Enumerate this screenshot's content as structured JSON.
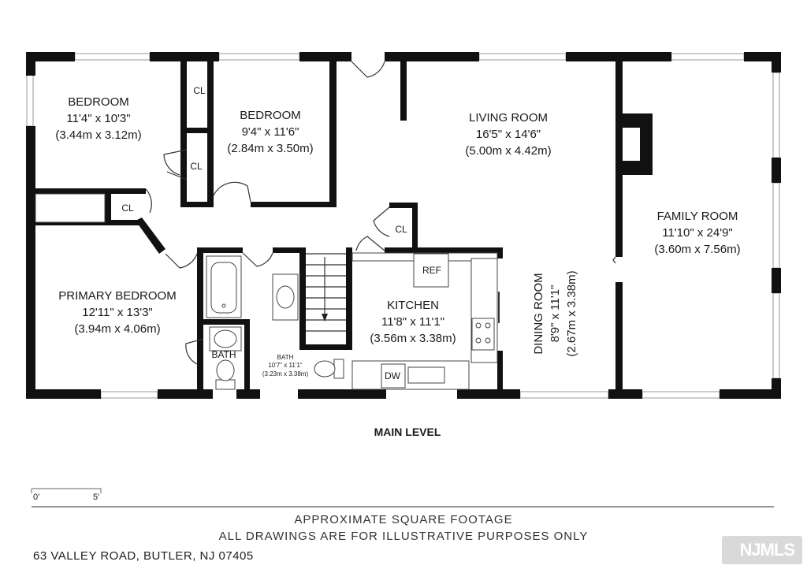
{
  "rooms": {
    "bedroom1": {
      "name": "BEDROOM",
      "size": "11'4\" x 10'3\"",
      "metric": "(3.44m x 3.12m)"
    },
    "bedroom2": {
      "name": "BEDROOM",
      "size": "9'4\" x 11'6\"",
      "metric": "(2.84m x 3.50m)"
    },
    "living": {
      "name": "LIVING ROOM",
      "size": "16'5\" x 14'6\"",
      "metric": "(5.00m x 4.42m)"
    },
    "family": {
      "name": "FAMILY ROOM",
      "size": "11'10\" x 24'9\"",
      "metric": "(3.60m x 7.56m)"
    },
    "primary": {
      "name": "PRIMARY BEDROOM",
      "size": "12'11\" x 13'3\"",
      "metric": "(3.94m x 4.06m)"
    },
    "kitchen": {
      "name": "KITCHEN",
      "size": "11'8\" x 11'1\"",
      "metric": "(3.56m x 3.38m)"
    },
    "dining": {
      "name": "DINING ROOM",
      "size": "8'9\" x 11'1\"",
      "metric": "(2.67m x 3.38m)"
    },
    "bath_small": {
      "name": "BATH"
    },
    "bath_main": {
      "name": "BATH",
      "size": "10'7\" x 11'1\"",
      "metric": "(3.23m x 3.38m)"
    }
  },
  "closets": {
    "cl1": "CL",
    "cl2": "CL",
    "cl3": "CL",
    "cl4": "CL"
  },
  "fixtures": {
    "ref": "REF",
    "dw": "DW"
  },
  "level_title": "MAIN LEVEL",
  "scale": {
    "start": "0'",
    "end": "5'"
  },
  "footer": {
    "line1": "APPROXIMATE SQUARE FOOTAGE",
    "line2": "ALL DRAWINGS ARE FOR ILLUSTRATIVE PURPOSES ONLY"
  },
  "address": "63 VALLEY ROAD, BUTLER, NJ 07405",
  "logo": "NJMLS"
}
